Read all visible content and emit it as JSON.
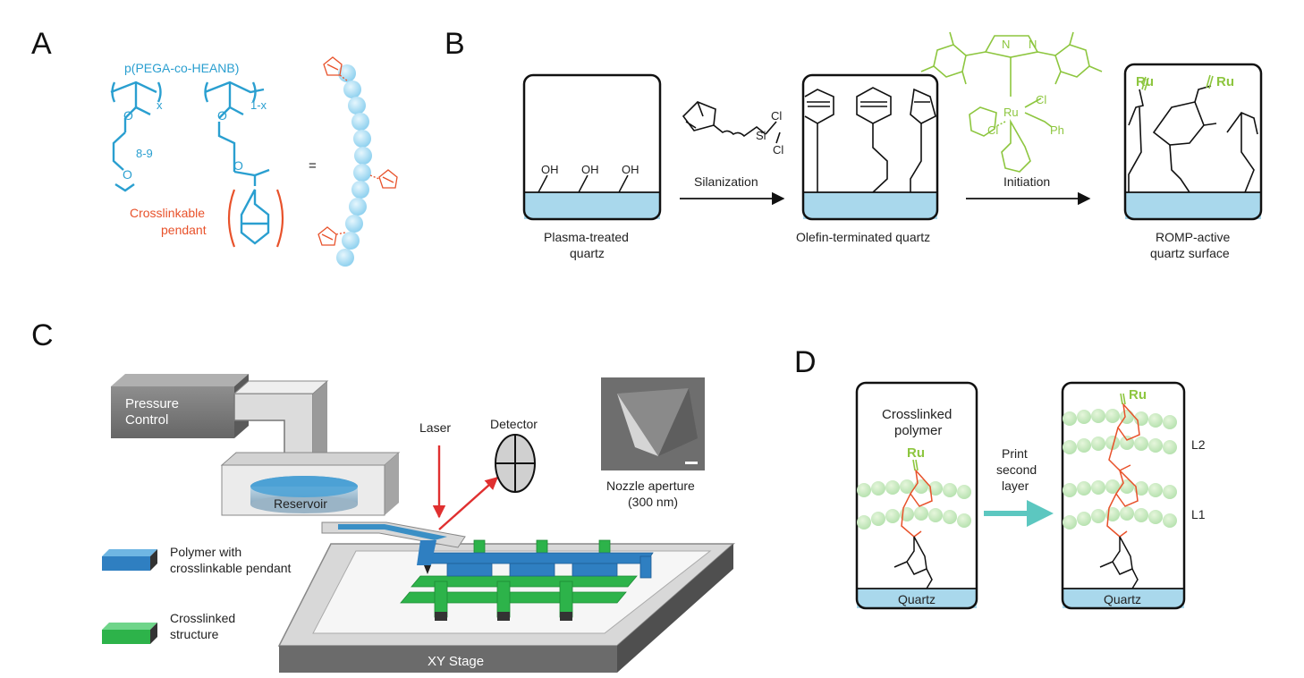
{
  "panels": {
    "a": "A",
    "b": "B",
    "c": "C",
    "d": "D"
  },
  "panel_a": {
    "polymer_name": "p(PEGA-co-HEANB)",
    "sub_x": "x",
    "sub_1x": "1-x",
    "repeat": "8-9",
    "equals": "=",
    "pendant_line1": "Crosslinkable",
    "pendant_line2": "pendant"
  },
  "panel_b": {
    "box1_oh": [
      "OH",
      "OH",
      "OH"
    ],
    "box1_caption_1": "Plasma-treated",
    "box1_caption_2": "quartz",
    "silane_cl1": "Cl",
    "silane_si": "Si",
    "silane_cl2": "Cl",
    "step1": "Silanization",
    "box2_caption": "Olefin-terminated quartz",
    "cat_cl1": "Cl",
    "cat_ru": "Ru",
    "cat_cl2": "Cl",
    "cat_ph": "Ph",
    "cat_n1": "N",
    "cat_n2": "N",
    "step2": "Initiation",
    "box3_ru1": "Ru",
    "box3_ru2": "Ru",
    "box3_caption_1": "ROMP-active",
    "box3_caption_2": "quartz surface"
  },
  "panel_c": {
    "pressure_1": "Pressure",
    "pressure_2": "Control",
    "reservoir": "Reservoir",
    "laser": "Laser",
    "detector": "Detector",
    "nozzle_1": "Nozzle aperture",
    "nozzle_2": "(300 nm)",
    "legend1_1": "Polymer with",
    "legend1_2": "crosslinkable pendant",
    "legend2_1": "Crosslinked",
    "legend2_2": "structure",
    "stage": "XY Stage"
  },
  "panel_d": {
    "box1_1": "Crosslinked",
    "box1_2": "polymer",
    "ru1": "Ru",
    "arrow_1": "Print",
    "arrow_2": "second",
    "arrow_3": "layer",
    "ru2": "Ru",
    "l2": "L2",
    "l1": "L1",
    "quartz1": "Quartz",
    "quartz2": "Quartz"
  },
  "colors": {
    "cyan": "#2a9fd0",
    "orange": "#e8522b",
    "green": "#8dc63f",
    "bead": "#aee0f5",
    "quartz": "#a9d8ec",
    "polymer_bar": "#2f7fc1",
    "crosslinked_bar": "#2db34a"
  }
}
